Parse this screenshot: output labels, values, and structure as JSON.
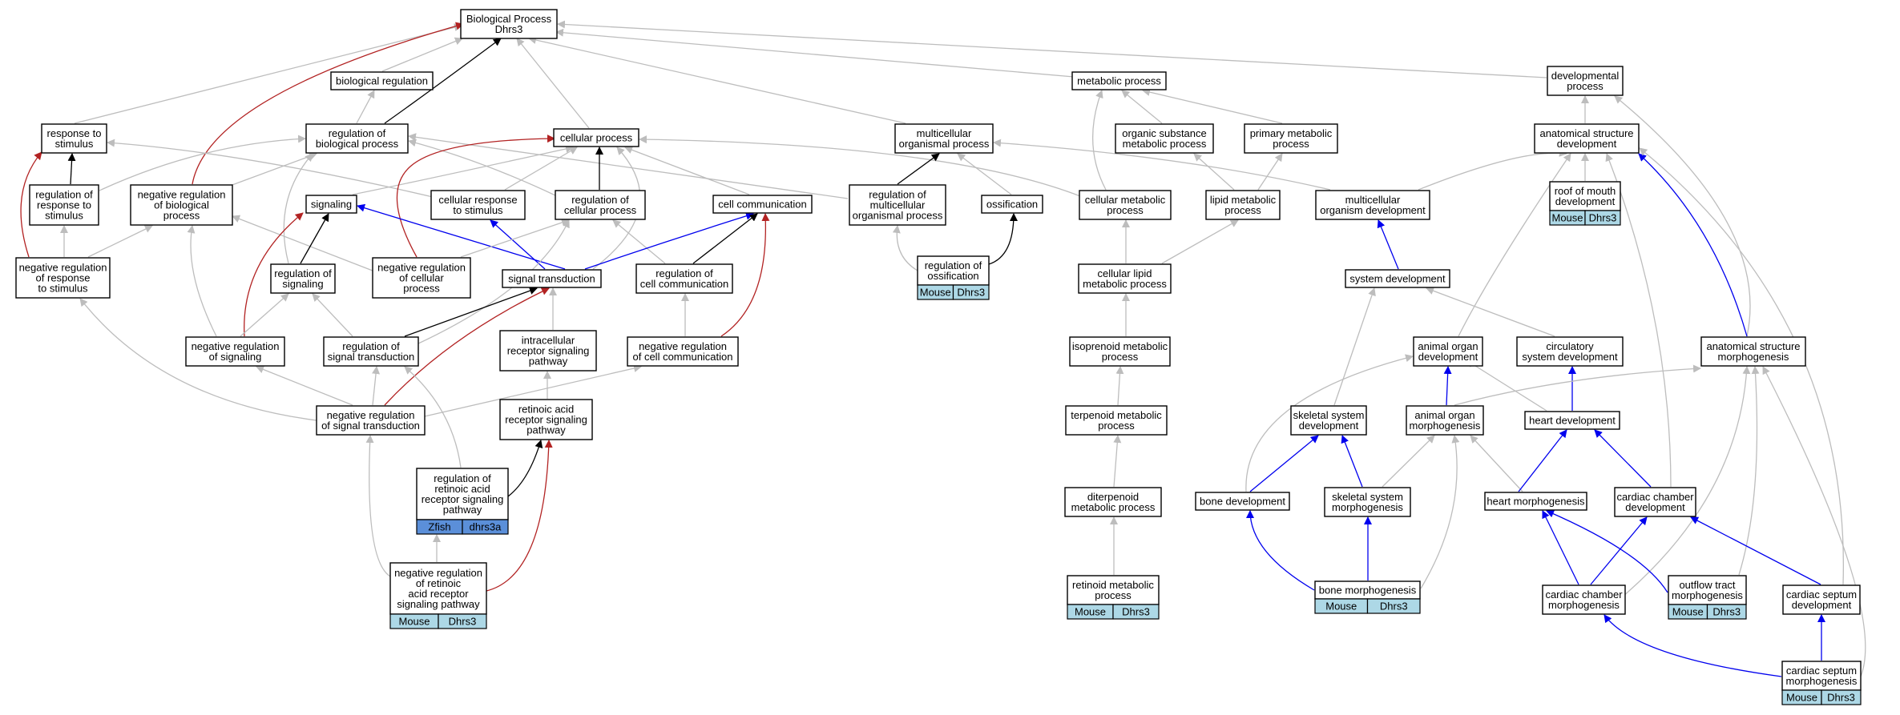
{
  "colors": {
    "gray": "#bdbdbd",
    "black": "#000000",
    "red": "#b22222",
    "blue": "#0000ee",
    "mouse_tag": "#add8e6",
    "zfish_tag": "#5b8fd9"
  },
  "nodes": {
    "bp": {
      "lines": [
        "Biological Process",
        "Dhrs3"
      ]
    },
    "bioreg": {
      "lines": [
        "biological regulation"
      ]
    },
    "resp": {
      "lines": [
        "response to",
        "stimulus"
      ]
    },
    "regbp": {
      "lines": [
        "regulation of",
        "biological process"
      ]
    },
    "cellproc": {
      "lines": [
        "cellular process"
      ]
    },
    "metproc": {
      "lines": [
        "metabolic process"
      ]
    },
    "devproc": {
      "lines": [
        "developmental",
        "process"
      ]
    },
    "multiorg": {
      "lines": [
        "multicellular",
        "organismal process"
      ]
    },
    "anatdev": {
      "lines": [
        "anatomical structure",
        "development"
      ]
    },
    "orgsub": {
      "lines": [
        "organic substance",
        "metabolic process"
      ]
    },
    "primmet": {
      "lines": [
        "primary metabolic",
        "process"
      ]
    },
    "regresp": {
      "lines": [
        "regulation of",
        "response to",
        "stimulus"
      ]
    },
    "negregbp": {
      "lines": [
        "negative regulation",
        "of biological",
        "process"
      ]
    },
    "signaling": {
      "lines": [
        "signaling"
      ]
    },
    "cellresp": {
      "lines": [
        "cellular response",
        "to stimulus"
      ]
    },
    "regcell": {
      "lines": [
        "regulation of",
        "cellular process"
      ]
    },
    "cellcomm": {
      "lines": [
        "cell communication"
      ]
    },
    "regmulti": {
      "lines": [
        "regulation of",
        "multicellular",
        "organismal process"
      ]
    },
    "ossif": {
      "lines": [
        "ossification"
      ]
    },
    "cellmet": {
      "lines": [
        "cellular metabolic",
        "process"
      ]
    },
    "lipmet": {
      "lines": [
        "lipid metabolic",
        "process"
      ]
    },
    "multidev": {
      "lines": [
        "multicellular",
        "organism development"
      ]
    },
    "roof": {
      "lines": [
        "roof of mouth",
        "development"
      ]
    },
    "negresp": {
      "lines": [
        "negative regulation",
        "of response",
        "to stimulus"
      ]
    },
    "regsig": {
      "lines": [
        "regulation of",
        "signaling"
      ]
    },
    "negregcell": {
      "lines": [
        "negative regulation",
        "of cellular",
        "process"
      ]
    },
    "sigtrans": {
      "lines": [
        "signal transduction"
      ]
    },
    "regcomm": {
      "lines": [
        "regulation of",
        "cell communication"
      ]
    },
    "regoss": {
      "lines": [
        "regulation of",
        "ossification"
      ]
    },
    "celllip": {
      "lines": [
        "cellular lipid",
        "metabolic process"
      ]
    },
    "sysdev": {
      "lines": [
        "system development"
      ]
    },
    "negsig": {
      "lines": [
        "negative regulation",
        "of signaling"
      ]
    },
    "regsigtrans": {
      "lines": [
        "regulation of",
        "signal transduction"
      ]
    },
    "intracell": {
      "lines": [
        "intracellular",
        "receptor signaling",
        "pathway"
      ]
    },
    "negcomm": {
      "lines": [
        "negative regulation",
        "of cell communication"
      ]
    },
    "isopren": {
      "lines": [
        "isoprenoid metabolic",
        "process"
      ]
    },
    "animorgdev": {
      "lines": [
        "animal organ",
        "development"
      ]
    },
    "circ": {
      "lines": [
        "circulatory",
        "system development"
      ]
    },
    "anatmorph": {
      "lines": [
        "anatomical structure",
        "morphogenesis"
      ]
    },
    "negsigtrans": {
      "lines": [
        "negative regulation",
        "of signal transduction"
      ]
    },
    "rarsp": {
      "lines": [
        "retinoic acid",
        "receptor signaling",
        "pathway"
      ]
    },
    "terpen": {
      "lines": [
        "terpenoid metabolic",
        "process"
      ]
    },
    "skeldev": {
      "lines": [
        "skeletal system",
        "development"
      ]
    },
    "animorgmorph": {
      "lines": [
        "animal organ",
        "morphogenesis"
      ]
    },
    "heartdev": {
      "lines": [
        "heart development"
      ]
    },
    "regrarsp": {
      "lines": [
        "regulation of",
        "retinoic acid",
        "receptor signaling",
        "pathway"
      ]
    },
    "diterp": {
      "lines": [
        "diterpenoid",
        "metabolic process"
      ]
    },
    "bonedev": {
      "lines": [
        "bone development"
      ]
    },
    "skelmorph": {
      "lines": [
        "skeletal system",
        "morphogenesis"
      ]
    },
    "heartmorph": {
      "lines": [
        "heart morphogenesis"
      ]
    },
    "cardchamdev": {
      "lines": [
        "cardiac chamber",
        "development"
      ]
    },
    "negrarsp": {
      "lines": [
        "negative regulation",
        "of retinoic",
        "acid receptor",
        "signaling pathway"
      ]
    },
    "retinoid": {
      "lines": [
        "retinoid metabolic",
        "process"
      ]
    },
    "bonemorph": {
      "lines": [
        "bone morphogenesis"
      ]
    },
    "outflow": {
      "lines": [
        "outflow tract",
        "morphogenesis"
      ]
    },
    "cardchammorph": {
      "lines": [
        "cardiac chamber",
        "morphogenesis"
      ]
    },
    "cardseptdev": {
      "lines": [
        "cardiac septum",
        "development"
      ]
    },
    "cardseptmorph": {
      "lines": [
        "cardiac septum",
        "morphogenesis"
      ]
    }
  },
  "tags": {
    "roof": [
      "Mouse",
      "Dhrs3"
    ],
    "regoss": [
      "Mouse",
      "Dhrs3"
    ],
    "regrarsp": [
      "Zfish",
      "dhrs3a"
    ],
    "negrarsp": [
      "Mouse",
      "Dhrs3"
    ],
    "retinoid": [
      "Mouse",
      "Dhrs3"
    ],
    "bonemorph": [
      "Mouse",
      "Dhrs3"
    ],
    "outflow": [
      "Mouse",
      "Dhrs3"
    ],
    "cardseptmorph": [
      "Mouse",
      "Dhrs3"
    ]
  },
  "edges": [
    {
      "from": "bioreg",
      "to": "bp",
      "color": "gray"
    },
    {
      "from": "resp",
      "to": "bp",
      "color": "gray"
    },
    {
      "from": "regbp",
      "to": "bp",
      "color": "black"
    },
    {
      "from": "cellproc",
      "to": "bp",
      "color": "gray"
    },
    {
      "from": "metproc",
      "to": "bp",
      "color": "gray"
    },
    {
      "from": "devproc",
      "to": "bp",
      "color": "gray"
    },
    {
      "from": "multiorg",
      "to": "bp",
      "color": "gray"
    },
    {
      "from": "negregbp",
      "to": "bp",
      "color": "red"
    },
    {
      "from": "regbp",
      "to": "bioreg",
      "color": "gray"
    },
    {
      "from": "regresp",
      "to": "resp",
      "color": "black"
    },
    {
      "from": "negresp",
      "to": "resp",
      "color": "red"
    },
    {
      "from": "cellresp",
      "to": "resp",
      "color": "gray"
    },
    {
      "from": "regresp",
      "to": "regbp",
      "color": "gray"
    },
    {
      "from": "negregbp",
      "to": "regbp",
      "color": "gray"
    },
    {
      "from": "regcell",
      "to": "regbp",
      "color": "gray"
    },
    {
      "from": "regmulti",
      "to": "regbp",
      "color": "gray"
    },
    {
      "from": "regsig",
      "to": "regbp",
      "color": "gray"
    },
    {
      "from": "signaling",
      "to": "cellproc",
      "color": "gray"
    },
    {
      "from": "cellresp",
      "to": "cellproc",
      "color": "gray"
    },
    {
      "from": "regcell",
      "to": "cellproc",
      "color": "black"
    },
    {
      "from": "cellcomm",
      "to": "cellproc",
      "color": "gray"
    },
    {
      "from": "cellmet",
      "to": "cellproc",
      "color": "gray"
    },
    {
      "from": "negregcell",
      "to": "cellproc",
      "color": "red"
    },
    {
      "from": "sigtrans",
      "to": "cellproc",
      "color": "gray"
    },
    {
      "from": "regmulti",
      "to": "multiorg",
      "color": "black"
    },
    {
      "from": "ossif",
      "to": "multiorg",
      "color": "gray"
    },
    {
      "from": "multidev",
      "to": "multiorg",
      "color": "gray"
    },
    {
      "from": "orgsub",
      "to": "metproc",
      "color": "gray"
    },
    {
      "from": "primmet",
      "to": "metproc",
      "color": "gray"
    },
    {
      "from": "cellmet",
      "to": "metproc",
      "color": "gray"
    },
    {
      "from": "anatdev",
      "to": "devproc",
      "color": "gray"
    },
    {
      "from": "anatmorph",
      "to": "devproc",
      "color": "gray"
    },
    {
      "from": "multidev",
      "to": "anatdev",
      "color": "gray"
    },
    {
      "from": "roof",
      "to": "anatdev",
      "color": "gray"
    },
    {
      "from": "animorgdev",
      "to": "anatdev",
      "color": "gray"
    },
    {
      "from": "anatmorph",
      "to": "anatdev",
      "color": "blue"
    },
    {
      "from": "cardchamdev",
      "to": "anatdev",
      "color": "gray"
    },
    {
      "from": "cardseptdev",
      "to": "anatdev",
      "color": "gray"
    },
    {
      "from": "lipmet",
      "to": "orgsub",
      "color": "gray"
    },
    {
      "from": "lipmet",
      "to": "primmet",
      "color": "gray"
    },
    {
      "from": "negresp",
      "to": "regresp",
      "color": "gray"
    },
    {
      "from": "negresp",
      "to": "negregbp",
      "color": "gray"
    },
    {
      "from": "negsig",
      "to": "negregbp",
      "color": "gray"
    },
    {
      "from": "negregcell",
      "to": "negregbp",
      "color": "gray"
    },
    {
      "from": "regsig",
      "to": "signaling",
      "color": "black"
    },
    {
      "from": "negsig",
      "to": "signaling",
      "color": "red"
    },
    {
      "from": "sigtrans",
      "to": "signaling",
      "color": "blue"
    },
    {
      "from": "sigtrans",
      "to": "cellresp",
      "color": "blue"
    },
    {
      "from": "negregcell",
      "to": "regcell",
      "color": "gray"
    },
    {
      "from": "regcomm",
      "to": "regcell",
      "color": "gray"
    },
    {
      "from": "regsigtrans",
      "to": "regcell",
      "color": "gray"
    },
    {
      "from": "sigtrans",
      "to": "cellcomm",
      "color": "blue"
    },
    {
      "from": "regcomm",
      "to": "cellcomm",
      "color": "black"
    },
    {
      "from": "negcomm",
      "to": "cellcomm",
      "color": "red"
    },
    {
      "from": "regoss",
      "to": "regmulti",
      "color": "gray"
    },
    {
      "from": "regoss",
      "to": "ossif",
      "color": "black"
    },
    {
      "from": "celllip",
      "to": "cellmet",
      "color": "gray"
    },
    {
      "from": "celllip",
      "to": "lipmet",
      "color": "gray"
    },
    {
      "from": "sysdev",
      "to": "multidev",
      "color": "blue"
    },
    {
      "from": "negsig",
      "to": "regsig",
      "color": "gray"
    },
    {
      "from": "regsigtrans",
      "to": "regsig",
      "color": "gray"
    },
    {
      "from": "regsigtrans",
      "to": "sigtrans",
      "color": "black"
    },
    {
      "from": "negsigtrans",
      "to": "sigtrans",
      "color": "red"
    },
    {
      "from": "intracell",
      "to": "sigtrans",
      "color": "gray"
    },
    {
      "from": "negcomm",
      "to": "regcomm",
      "color": "gray"
    },
    {
      "from": "isopren",
      "to": "celllip",
      "color": "gray"
    },
    {
      "from": "skeldev",
      "to": "sysdev",
      "color": "gray"
    },
    {
      "from": "circ",
      "to": "sysdev",
      "color": "gray"
    },
    {
      "from": "negsigtrans",
      "to": "negsig",
      "color": "gray"
    },
    {
      "from": "negsigtrans",
      "to": "regsigtrans",
      "color": "gray"
    },
    {
      "from": "negsigtrans",
      "to": "negcomm",
      "color": "gray"
    },
    {
      "from": "negsigtrans",
      "to": "negresp",
      "color": "gray"
    },
    {
      "from": "rarsp",
      "to": "intracell",
      "color": "gray"
    },
    {
      "from": "terpen",
      "to": "isopren",
      "color": "gray"
    },
    {
      "from": "animorgmorph",
      "to": "animorgdev",
      "color": "blue"
    },
    {
      "from": "heartdev",
      "to": "animorgdev",
      "color": "gray"
    },
    {
      "from": "bonedev",
      "to": "animorgdev",
      "color": "gray"
    },
    {
      "from": "heartdev",
      "to": "circ",
      "color": "blue"
    },
    {
      "from": "animorgmorph",
      "to": "anatmorph",
      "color": "gray"
    },
    {
      "from": "cardchammorph",
      "to": "anatmorph",
      "color": "gray"
    },
    {
      "from": "outflow",
      "to": "anatmorph",
      "color": "gray"
    },
    {
      "from": "cardseptmorph",
      "to": "anatmorph",
      "color": "gray"
    },
    {
      "from": "regrarsp",
      "to": "rarsp",
      "color": "black"
    },
    {
      "from": "negrarsp",
      "to": "rarsp",
      "color": "red"
    },
    {
      "from": "regrarsp",
      "to": "regsigtrans",
      "color": "gray"
    },
    {
      "from": "negrarsp",
      "to": "negsigtrans",
      "color": "gray"
    },
    {
      "from": "negrarsp",
      "to": "regrarsp",
      "color": "gray"
    },
    {
      "from": "diterp",
      "to": "terpen",
      "color": "gray"
    },
    {
      "from": "bonedev",
      "to": "skeldev",
      "color": "blue"
    },
    {
      "from": "skelmorph",
      "to": "skeldev",
      "color": "blue"
    },
    {
      "from": "skelmorph",
      "to": "animorgmorph",
      "color": "gray"
    },
    {
      "from": "heartmorph",
      "to": "animorgmorph",
      "color": "gray"
    },
    {
      "from": "bonemorph",
      "to": "animorgmorph",
      "color": "gray"
    },
    {
      "from": "heartmorph",
      "to": "heartdev",
      "color": "blue"
    },
    {
      "from": "cardchamdev",
      "to": "heartdev",
      "color": "blue"
    },
    {
      "from": "retinoid",
      "to": "diterp",
      "color": "gray"
    },
    {
      "from": "bonemorph",
      "to": "bonedev",
      "color": "blue"
    },
    {
      "from": "bonemorph",
      "to": "skelmorph",
      "color": "blue"
    },
    {
      "from": "cardchammorph",
      "to": "heartmorph",
      "color": "blue"
    },
    {
      "from": "outflow",
      "to": "heartmorph",
      "color": "blue"
    },
    {
      "from": "cardchammorph",
      "to": "cardchamdev",
      "color": "blue"
    },
    {
      "from": "cardseptdev",
      "to": "cardchamdev",
      "color": "blue"
    },
    {
      "from": "cardseptmorph",
      "to": "cardchammorph",
      "color": "blue"
    },
    {
      "from": "cardseptmorph",
      "to": "cardseptdev",
      "color": "blue"
    }
  ]
}
